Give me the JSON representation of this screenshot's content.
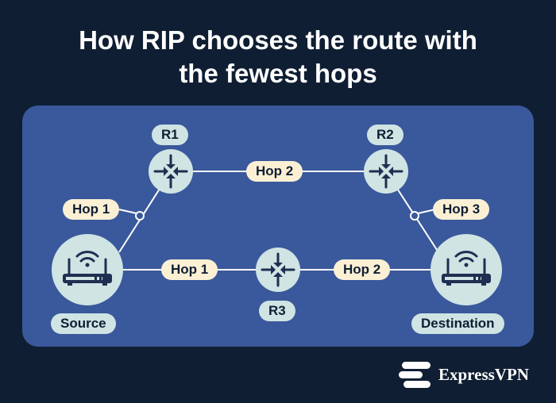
{
  "title_line1": "How RIP chooses the route with",
  "title_line2": "the fewest hops",
  "nodes": {
    "r1": "R1",
    "r2": "R2",
    "r3": "R3",
    "source": "Source",
    "destination": "Destination"
  },
  "links": {
    "source_r1": "Hop 1",
    "r1_r2": "Hop 2",
    "r2_destination": "Hop 3",
    "source_r3": "Hop 1",
    "r3_destination": "Hop 2"
  },
  "brand": "ExpressVPN",
  "colors": {
    "background": "#0f1e33",
    "panel": "#3a589c",
    "hop_pill": "#fbf0d4",
    "node_pill": "#cfe4e3",
    "router_fill": "#cfe4e3",
    "arrow": "#1f2f52"
  },
  "icons": [
    "router-arrows-icon",
    "wifi-router-icon",
    "expressvpn-logo-icon"
  ]
}
